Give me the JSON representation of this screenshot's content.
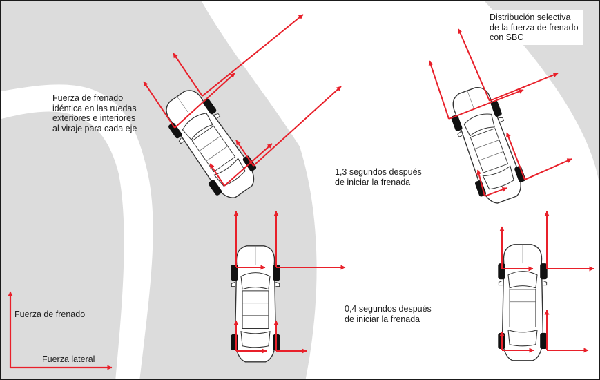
{
  "colors": {
    "background": "#dcdcdc",
    "road": "#ffffff",
    "force_arrow": "#e8202a",
    "car_outline": "#333333",
    "tire": "#111111"
  },
  "annotations": {
    "same_force": [
      "Fuerza de frenado",
      "idéntica en las ruedas",
      "exteriores e interiores",
      "al viraje para cada eje"
    ],
    "selective_sbc": [
      "Distribución selectiva",
      "de la fuerza de frenado",
      "con SBC"
    ],
    "time_1_3": [
      "1,3 segundos después",
      "de iniciar la frenada"
    ],
    "time_0_4": [
      "0,4 segundos después",
      "de iniciar la frenada"
    ]
  },
  "axes_legend": {
    "vertical_label": "Fuerza de frenado",
    "horizontal_label": "Fuerza lateral"
  },
  "icons": {
    "car": "car-top-view-icon",
    "arrow": "force-arrow-icon"
  }
}
